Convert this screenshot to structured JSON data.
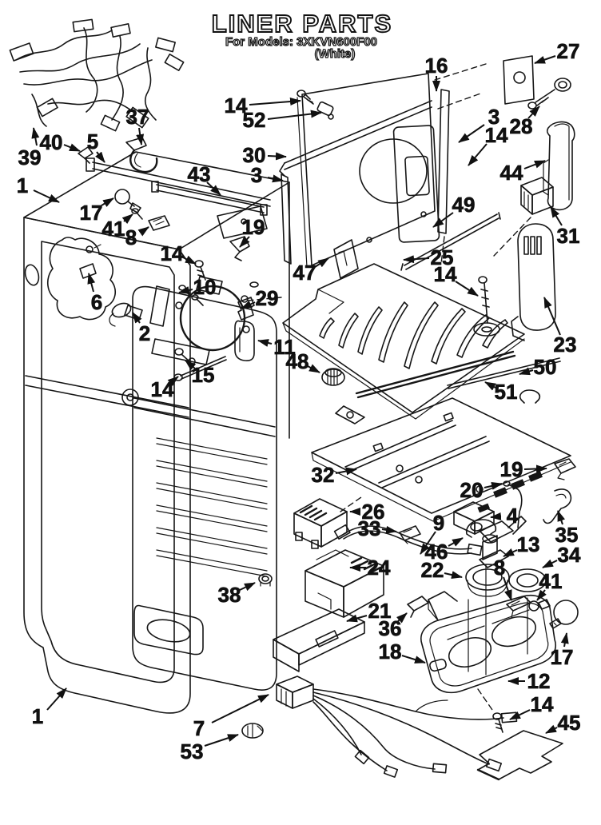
{
  "header": {
    "title": "LINER PARTS",
    "subtitle": "For Models: 3XKVN600F00",
    "color_note": "(White)"
  },
  "diagram": {
    "type": "exploded-parts-diagram",
    "line_color": "#161616",
    "background": "#ffffff",
    "callouts": [
      {
        "p": "39",
        "l": [
          37,
          197
        ],
        "a": [
          46,
          182,
          42,
          160
        ]
      },
      {
        "p": "40",
        "l": [
          64,
          178
        ],
        "a": [
          80,
          181,
          100,
          189
        ]
      },
      {
        "p": "5",
        "l": [
          116,
          177
        ],
        "a": [
          121,
          190,
          131,
          203
        ]
      },
      {
        "p": "37",
        "l": [
          172,
          146
        ],
        "a": [
          174,
          160,
          177,
          181
        ]
      },
      {
        "p": "1",
        "l": [
          28,
          232
        ],
        "a": [
          42,
          238,
          74,
          253
        ]
      },
      {
        "p": "14",
        "l": [
          295,
          132
        ],
        "a": [
          312,
          131,
          376,
          126
        ]
      },
      {
        "p": "52",
        "l": [
          318,
          150
        ],
        "a": [
          335,
          149,
          402,
          141
        ]
      },
      {
        "p": "30",
        "l": [
          318,
          194
        ],
        "a": [
          335,
          195,
          358,
          196
        ]
      },
      {
        "p": "3",
        "l": [
          321,
          219
        ],
        "a": [
          335,
          222,
          354,
          226
        ]
      },
      {
        "p": "43",
        "l": [
          249,
          218
        ],
        "a": [
          259,
          228,
          276,
          244
        ]
      },
      {
        "p": "19",
        "l": [
          317,
          284
        ],
        "a": [
          312,
          296,
          300,
          309
        ]
      },
      {
        "p": "16",
        "l": [
          546,
          82
        ],
        "a": [
          546,
          95,
          546,
          114
        ]
      },
      {
        "p": "27",
        "l": [
          711,
          64
        ],
        "a": [
          695,
          70,
          669,
          79
        ]
      },
      {
        "p": "28",
        "l": [
          652,
          158
        ],
        "a": [
          661,
          148,
          675,
          133
        ]
      },
      {
        "p": "3",
        "l": [
          618,
          146
        ],
        "a": [
          606,
          156,
          574,
          178
        ]
      },
      {
        "p": "14",
        "l": [
          621,
          169
        ],
        "a": [
          609,
          180,
          586,
          207
        ]
      },
      {
        "p": "44",
        "l": [
          640,
          216
        ],
        "a": [
          656,
          211,
          682,
          201
        ]
      },
      {
        "p": "31",
        "l": [
          711,
          295
        ],
        "a": [
          703,
          282,
          689,
          259
        ]
      },
      {
        "p": "49",
        "l": [
          580,
          256
        ],
        "a": [
          567,
          266,
          542,
          284
        ]
      },
      {
        "p": "25",
        "l": [
          553,
          322
        ],
        "a": [
          537,
          323,
          505,
          325
        ]
      },
      {
        "p": "14",
        "l": [
          557,
          343
        ],
        "a": [
          570,
          352,
          598,
          370
        ]
      },
      {
        "p": "47",
        "l": [
          381,
          341
        ],
        "a": [
          394,
          334,
          411,
          323
        ]
      },
      {
        "p": "10",
        "l": [
          256,
          359
        ],
        "a": [
          241,
          362,
          224,
          366
        ]
      },
      {
        "p": "29",
        "l": [
          334,
          373
        ],
        "a": [
          319,
          378,
          302,
          386
        ]
      },
      {
        "p": "2",
        "l": [
          181,
          417
        ],
        "a": [
          175,
          404,
          166,
          391
        ]
      },
      {
        "p": "11",
        "l": [
          356,
          434
        ],
        "a": [
          340,
          430,
          323,
          426
        ]
      },
      {
        "p": "48",
        "l": [
          372,
          452
        ],
        "a": [
          385,
          458,
          400,
          466
        ]
      },
      {
        "p": "15",
        "l": [
          254,
          469
        ],
        "a": [
          244,
          461,
          232,
          451
        ]
      },
      {
        "p": "14",
        "l": [
          203,
          487
        ],
        "a": [
          213,
          479,
          223,
          471
        ]
      },
      {
        "p": "17",
        "l": [
          114,
          266
        ],
        "a": [
          127,
          257,
          142,
          248
        ]
      },
      {
        "p": "41",
        "l": [
          142,
          286
        ],
        "a": [
          155,
          277,
          166,
          268
        ]
      },
      {
        "p": "8",
        "l": [
          164,
          297
        ],
        "a": [
          176,
          291,
          186,
          284
        ]
      },
      {
        "p": "6",
        "l": [
          121,
          378
        ],
        "a": [
          117,
          365,
          111,
          342
        ]
      },
      {
        "p": "14",
        "l": [
          215,
          317
        ],
        "a": [
          229,
          322,
          245,
          330
        ]
      },
      {
        "p": "23",
        "l": [
          707,
          431
        ],
        "a": [
          701,
          419,
          681,
          372
        ]
      },
      {
        "p": "50",
        "l": [
          682,
          459
        ],
        "a": [
          667,
          463,
          650,
          468
        ]
      },
      {
        "p": "51",
        "l": [
          633,
          490
        ],
        "a": [
          620,
          485,
          607,
          478
        ]
      },
      {
        "p": "32",
        "l": [
          404,
          594
        ],
        "a": [
          420,
          592,
          446,
          587
        ]
      },
      {
        "p": "26",
        "l": [
          467,
          640
        ],
        "a": [
          451,
          640,
          438,
          640
        ]
      },
      {
        "p": "33",
        "l": [
          462,
          661
        ],
        "a": [
          478,
          662,
          496,
          665
        ]
      },
      {
        "p": "9",
        "l": [
          549,
          654
        ],
        "a": [
          545,
          665,
          526,
          693
        ]
      },
      {
        "p": "46",
        "l": [
          546,
          690
        ],
        "a": [
          561,
          683,
          579,
          673
        ]
      },
      {
        "p": "22",
        "l": [
          541,
          713
        ],
        "a": [
          556,
          717,
          578,
          722
        ]
      },
      {
        "p": "13",
        "l": [
          661,
          681
        ],
        "a": [
          647,
          688,
          630,
          696
        ]
      },
      {
        "p": "4",
        "l": [
          641,
          645
        ],
        "a": [
          627,
          646,
          614,
          647
        ]
      },
      {
        "p": "20",
        "l": [
          590,
          613
        ],
        "a": [
          606,
          610,
          628,
          605
        ]
      },
      {
        "p": "19",
        "l": [
          640,
          587
        ],
        "a": [
          656,
          587,
          684,
          586
        ]
      },
      {
        "p": "35",
        "l": [
          709,
          669
        ],
        "a": [
          704,
          656,
          698,
          639
        ]
      },
      {
        "p": "34",
        "l": [
          712,
          694
        ],
        "a": [
          697,
          701,
          679,
          710
        ]
      },
      {
        "p": "41",
        "l": [
          689,
          727
        ],
        "a": [
          682,
          738,
          672,
          751
        ]
      },
      {
        "p": "17",
        "l": [
          703,
          822
        ],
        "a": [
          706,
          809,
          709,
          792
        ]
      },
      {
        "p": "8",
        "l": [
          625,
          710
        ],
        "a": [
          630,
          722,
          640,
          751
        ]
      },
      {
        "p": "36",
        "l": [
          488,
          786
        ],
        "a": [
          498,
          777,
          509,
          767
        ]
      },
      {
        "p": "18",
        "l": [
          488,
          815
        ],
        "a": [
          503,
          820,
          532,
          829
        ]
      },
      {
        "p": "12",
        "l": [
          674,
          852
        ],
        "a": [
          657,
          852,
          636,
          852
        ]
      },
      {
        "p": "14",
        "l": [
          678,
          881
        ],
        "a": [
          663,
          888,
          638,
          900
        ]
      },
      {
        "p": "45",
        "l": [
          712,
          904
        ],
        "a": [
          697,
          910,
          683,
          917
        ]
      },
      {
        "p": "7",
        "l": [
          249,
          911
        ],
        "a": [
          265,
          904,
          336,
          869
        ]
      },
      {
        "p": "53",
        "l": [
          240,
          940
        ],
        "a": [
          256,
          933,
          298,
          919
        ]
      },
      {
        "p": "1",
        "l": [
          47,
          896
        ],
        "a": [
          59,
          888,
          83,
          861
        ]
      },
      {
        "p": "38",
        "l": [
          287,
          744
        ],
        "a": [
          300,
          738,
          319,
          729
        ]
      },
      {
        "p": "24",
        "l": [
          474,
          710
        ],
        "a": [
          458,
          710,
          438,
          710
        ]
      },
      {
        "p": "21",
        "l": [
          475,
          764
        ],
        "a": [
          459,
          770,
          434,
          777
        ]
      }
    ]
  }
}
